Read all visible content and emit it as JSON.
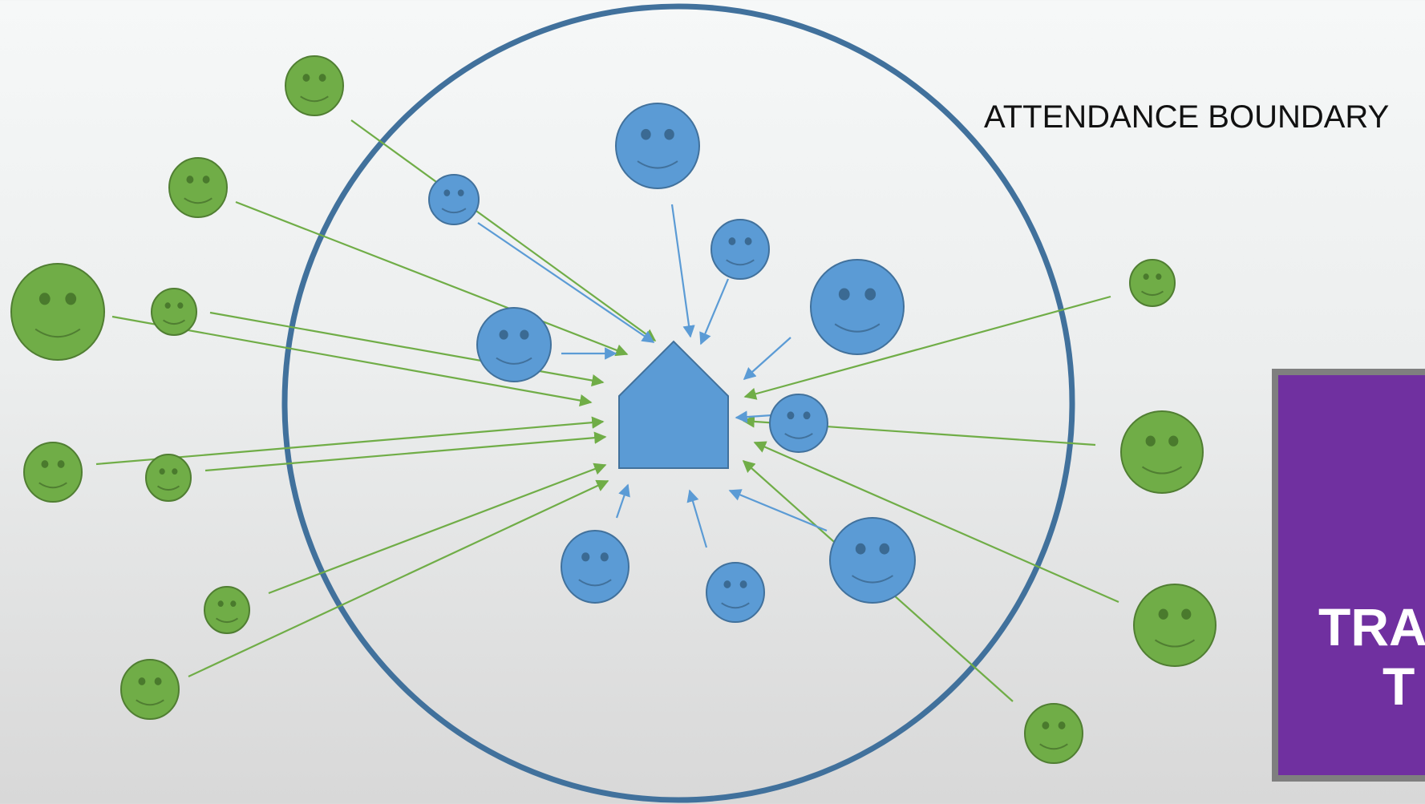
{
  "boundary_label": "ATTENDANCE BOUNDARY",
  "panel": {
    "line1": "TRAI",
    "line2": "T"
  },
  "colors": {
    "boundary_stroke": "#41719c",
    "inside_student_fill": "#5b9bd5",
    "inside_student_stroke": "#41719c",
    "outside_student_fill": "#70ad47",
    "outside_student_stroke": "#507e32",
    "school_fill": "#5b9bd5",
    "inside_arrow": "#5b9bd5",
    "outside_arrow": "#70ad47",
    "panel_fill": "#7030a0",
    "panel_border": "#7f7f7f",
    "panel_text": "#ffffff"
  },
  "icons": {
    "school": "house-icon",
    "student": "smiley-face-icon"
  }
}
